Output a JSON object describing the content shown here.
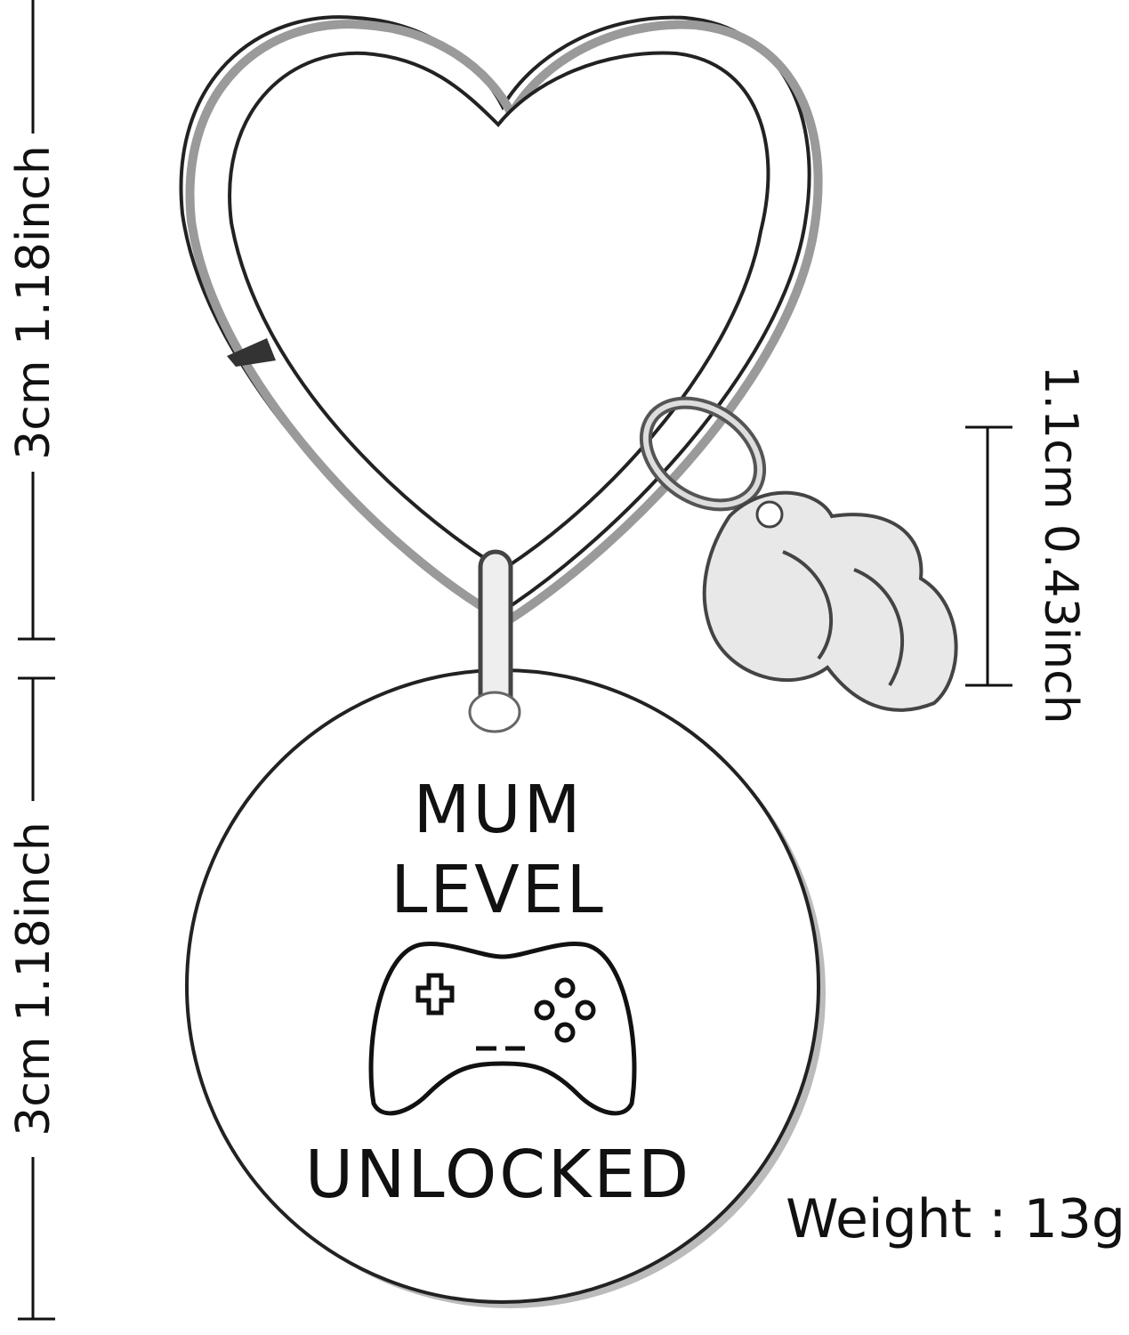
{
  "dimensions": {
    "ring_height": "3cm 1.18inch",
    "disc_height": "3cm 1.18inch",
    "charm_height": "1.1cm 0.43inch",
    "weight": "Weight : 13g"
  },
  "engraving": {
    "line1": "MUM",
    "line2": "LEVEL",
    "line3": "UNLOCKED",
    "icon": "game-controller-icon"
  },
  "colors": {
    "metal_outline": "#222222",
    "metal_fill": "#ffffff",
    "shadow": "#9a9a9a"
  }
}
